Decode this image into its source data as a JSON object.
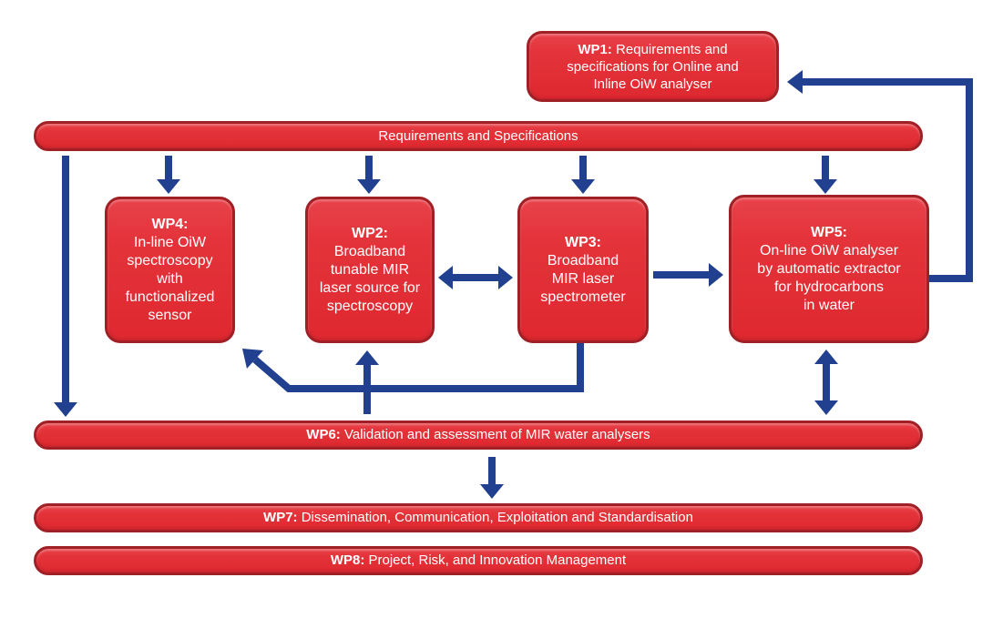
{
  "diagram": {
    "type": "project-work-package-diagram",
    "colors": {
      "node_fill": "#e4333a",
      "node_border": "#a02025",
      "arrow": "#21408f",
      "text": "#ffffff",
      "background": "#ffffff"
    },
    "nodes": {
      "wp1": {
        "prefix": "WP1:",
        "text": "Requirements and\nspecifications for Online and\nInline OiW analyser"
      },
      "requirements_bar": {
        "text": "Requirements and Specifications"
      },
      "wp4": {
        "prefix": "WP4:",
        "text": "In-line OiW\nspectroscopy\nwith\nfunctionalized\nsensor"
      },
      "wp2": {
        "prefix": "WP2:",
        "text": "Broadband\ntunable MIR\nlaser source for\nspectroscopy"
      },
      "wp3": {
        "prefix": "WP3:",
        "text": "Broadband\nMIR laser\nspectrometer"
      },
      "wp5": {
        "prefix": "WP5:",
        "text": "On-line OiW analyser\nby automatic extractor\nfor hydrocarbons\nin water"
      },
      "wp6": {
        "prefix": "WP6:",
        "text": "Validation and assessment of MIR water analysers"
      },
      "wp7": {
        "prefix": "WP7:",
        "text": "Dissemination, Communication, Exploitation and Standardisation"
      },
      "wp8": {
        "prefix": "WP8:",
        "text": "Project, Risk, and Innovation Management"
      }
    },
    "connections": [
      {
        "from": "requirements_bar",
        "to": "wp4",
        "bidirectional": false
      },
      {
        "from": "requirements_bar",
        "to": "wp2",
        "bidirectional": false
      },
      {
        "from": "requirements_bar",
        "to": "wp3",
        "bidirectional": false
      },
      {
        "from": "requirements_bar",
        "to": "wp5",
        "bidirectional": false
      },
      {
        "from": "requirements_bar",
        "to": "wp6",
        "bidirectional": false
      },
      {
        "from": "wp2",
        "to": "wp3",
        "bidirectional": true
      },
      {
        "from": "wp3",
        "to": "wp5",
        "bidirectional": false
      },
      {
        "from": "wp5",
        "to": "wp6",
        "bidirectional": true
      },
      {
        "from": "wp6",
        "to": "wp2",
        "bidirectional": false
      },
      {
        "from": "wp3",
        "to": "wp4",
        "bidirectional": false
      },
      {
        "from": "wp5",
        "to": "wp1",
        "bidirectional": false
      },
      {
        "from": "wp6",
        "to": "wp7",
        "bidirectional": false
      }
    ]
  }
}
